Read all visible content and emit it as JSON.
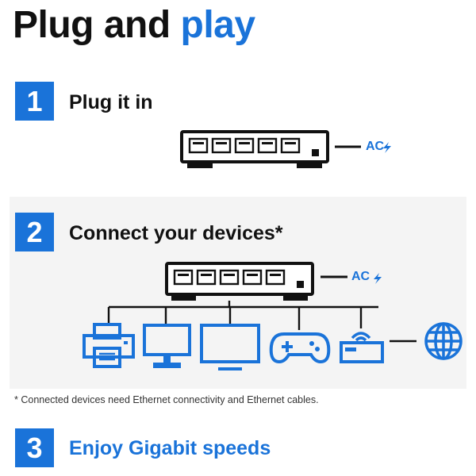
{
  "title": {
    "main": "Plug and",
    "accent": "play"
  },
  "steps": [
    {
      "number": "1",
      "label": "Plug it in"
    },
    {
      "number": "2",
      "label": "Connect your devices*"
    },
    {
      "number": "3",
      "label": "Enjoy Gigabit speeds"
    }
  ],
  "power_label": "AC",
  "footnote": "* Connected devices need Ethernet connectivity and Ethernet cables.",
  "colors": {
    "accent": "#1a73d9",
    "ink": "#111111",
    "band": "#f4f4f4"
  },
  "icons": {
    "switch": "network-switch-icon",
    "power": "lightning-bolt-icon",
    "devices": [
      "printer-icon",
      "desktop-computer-icon",
      "monitor-icon",
      "gamepad-icon",
      "wifi-router-icon"
    ],
    "internet": "globe-icon"
  }
}
